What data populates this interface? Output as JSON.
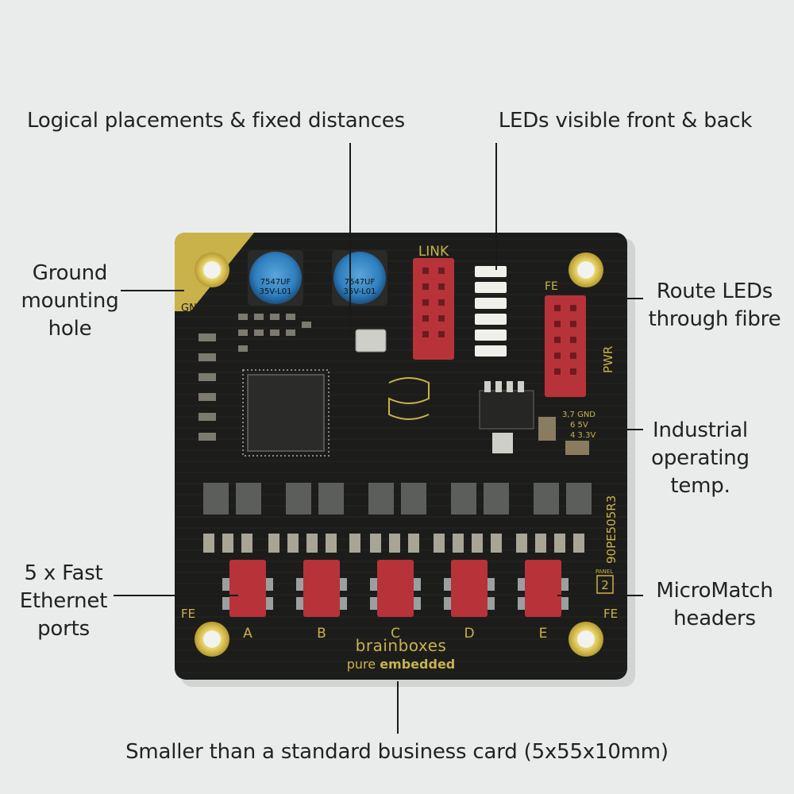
{
  "callouts": {
    "logical_placements": "Logical placements & fixed distances",
    "leds_visible": "LEDs visible front & back",
    "ground_mounting": [
      "Ground",
      "mounting",
      "hole"
    ],
    "route_leds": [
      "Route LEDs",
      "through fibre"
    ],
    "industrial_temp": [
      "Industrial",
      "operating",
      "temp."
    ],
    "fast_ethernet": [
      "5 x Fast",
      "Ethernet",
      "ports"
    ],
    "micromatch": [
      "MicroMatch",
      "headers"
    ],
    "smaller_than": "Smaller than a standard business card (5x55x10mm)"
  },
  "board": {
    "silkscreen": {
      "link": "LINK",
      "gnd": "GND",
      "fe": "FE",
      "pwr": "PWR",
      "part_number": "90PE505R3",
      "panel": "PANEL",
      "panel_num": "2",
      "port_letters": [
        "A",
        "B",
        "C",
        "D",
        "E"
      ],
      "brand": "brainboxes",
      "tagline_pure": "pure",
      "tagline_embedded": "embedded",
      "cap_text_1": "7547UF",
      "cap_text_2": "35V-L01",
      "volt_labels": [
        "3,7 GND",
        "6 5V",
        "4 3.3V"
      ]
    }
  },
  "colors": {
    "background": "#e9eceb",
    "pcb": "#1c1d1b",
    "silkscreen": "#c9b24a",
    "gold_pad": "#d8c25a",
    "connector_red": "#b8323a",
    "capacitor_blue": "#2f7fbf"
  }
}
